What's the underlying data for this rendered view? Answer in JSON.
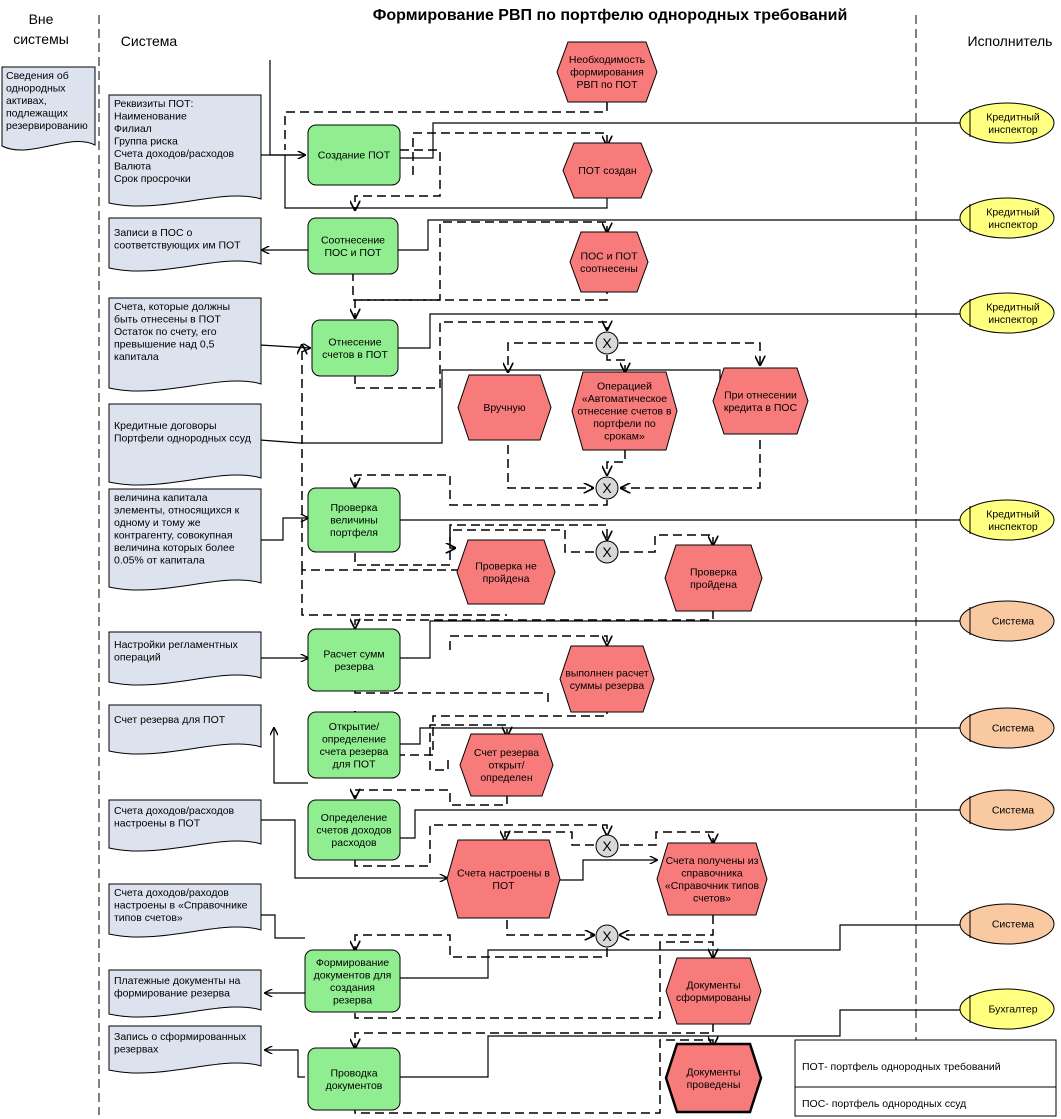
{
  "title": "Формирование РВП по портфелю однородных требований",
  "lanes": {
    "outside": [
      "Вне",
      "системы"
    ],
    "system": "Система",
    "executor": "Исполнитель"
  },
  "external_doc": [
    "Сведения об",
    "однородных",
    "активах,",
    "подлежащих",
    "резервированию"
  ],
  "documents": {
    "d1": [
      "Реквизиты ПОТ:",
      "Наименование",
      "Филиал",
      "Группа риска",
      "Счета доходов/расходов",
      "Валюта",
      "Срок просрочки"
    ],
    "d2": [
      "Записи в ПОС о",
      "соответствующих им ПОТ"
    ],
    "d3": [
      "Счета, которые должны",
      "быть отнесены в ПОТ",
      "Остаток по счету, его",
      "превышение над 0,5",
      "капитала"
    ],
    "d4": [
      "Кредитные договоры",
      "Портфели однородных ссуд"
    ],
    "d5": [
      "величина капитала",
      "элементы, относящихся к",
      "одному и тому же",
      "контрагенту, совокупная",
      "величина которых более",
      "0.05% от капитала"
    ],
    "d6": [
      "Настройки регламентных",
      "операций"
    ],
    "d7": [
      "Счет резерва для ПОТ"
    ],
    "d8": [
      "Счета доходов/расходов",
      "настроены в ПОТ"
    ],
    "d9": [
      "Счета доходов/раходов",
      "настроены в «Справочнике",
      "типов счетов»"
    ],
    "d10": [
      "Платежные документы на",
      "формирование резерва"
    ],
    "d11": [
      "Запись  о сформированных",
      "резервах"
    ]
  },
  "functions": {
    "f1": [
      "Создание ПОТ"
    ],
    "f2": [
      "Соотнесение",
      "ПОС и ПОТ"
    ],
    "f3": [
      "Отнесение",
      "счетов  в ПОТ"
    ],
    "f4": [
      "Проверка",
      "величины",
      "портфеля"
    ],
    "f5": [
      "Расчет сумм",
      "резерва"
    ],
    "f6": [
      "Открытие/",
      "определение",
      "счета резерва",
      "для ПОТ"
    ],
    "f7": [
      "Определение",
      "счетов доходов",
      "расходов"
    ],
    "f8": [
      "Формирование",
      "документов для",
      "создания",
      "резерва"
    ],
    "f9": [
      "Проводка",
      "документов"
    ]
  },
  "events": {
    "e0": [
      "Необходимость",
      "формирования",
      "РВП по ПОТ"
    ],
    "e1": [
      "ПОТ создан"
    ],
    "e2": [
      "ПОС и ПОТ",
      "соотнесены"
    ],
    "e3a": [
      "Вручную"
    ],
    "e3b": [
      "Операцией",
      "«Автоматическое",
      "отнесение счетов в",
      "портфели по",
      "срокам»"
    ],
    "e3c": [
      "При отнесении",
      "кредита в ПОС"
    ],
    "e4a": [
      "Проверка не",
      "пройдена"
    ],
    "e4b": [
      "Проверка",
      "пройдена"
    ],
    "e5": [
      "выполнен расчет",
      "суммы резерва"
    ],
    "e6": [
      "Счет резерва",
      "открыт/",
      "определен"
    ],
    "e7a": [
      "Счета настроены в",
      "ПОТ"
    ],
    "e7b": [
      "Счета получены из",
      "справочника",
      "«Справочник типов",
      "счетов»"
    ],
    "e8": [
      "Документы",
      "сформированы"
    ],
    "e9": [
      "Документы",
      "проведены"
    ]
  },
  "roles": {
    "r1": [
      "Кредитный",
      "инспектор"
    ],
    "r2": [
      "Кредитный",
      "инспектор"
    ],
    "r3": [
      "Кредитный",
      "инспектор"
    ],
    "r4": [
      "Кредитный",
      "инспектор"
    ],
    "r5": [
      "Система"
    ],
    "r6": [
      "Система"
    ],
    "r7": [
      "Система"
    ],
    "r8": [
      "Система"
    ],
    "r9": [
      "Бухгалтер"
    ]
  },
  "xor_label": "X",
  "legend": [
    "ПОТ- портфель однородных требований",
    "ПОС- портфель однородных ссуд"
  ],
  "colors": {
    "function": "#90ee90",
    "event": "#f77b7b",
    "document": "#dce3ef",
    "role_inspector": "#ffff80",
    "role_system": "#f9c9a2",
    "xor": "#d8d8d8"
  }
}
